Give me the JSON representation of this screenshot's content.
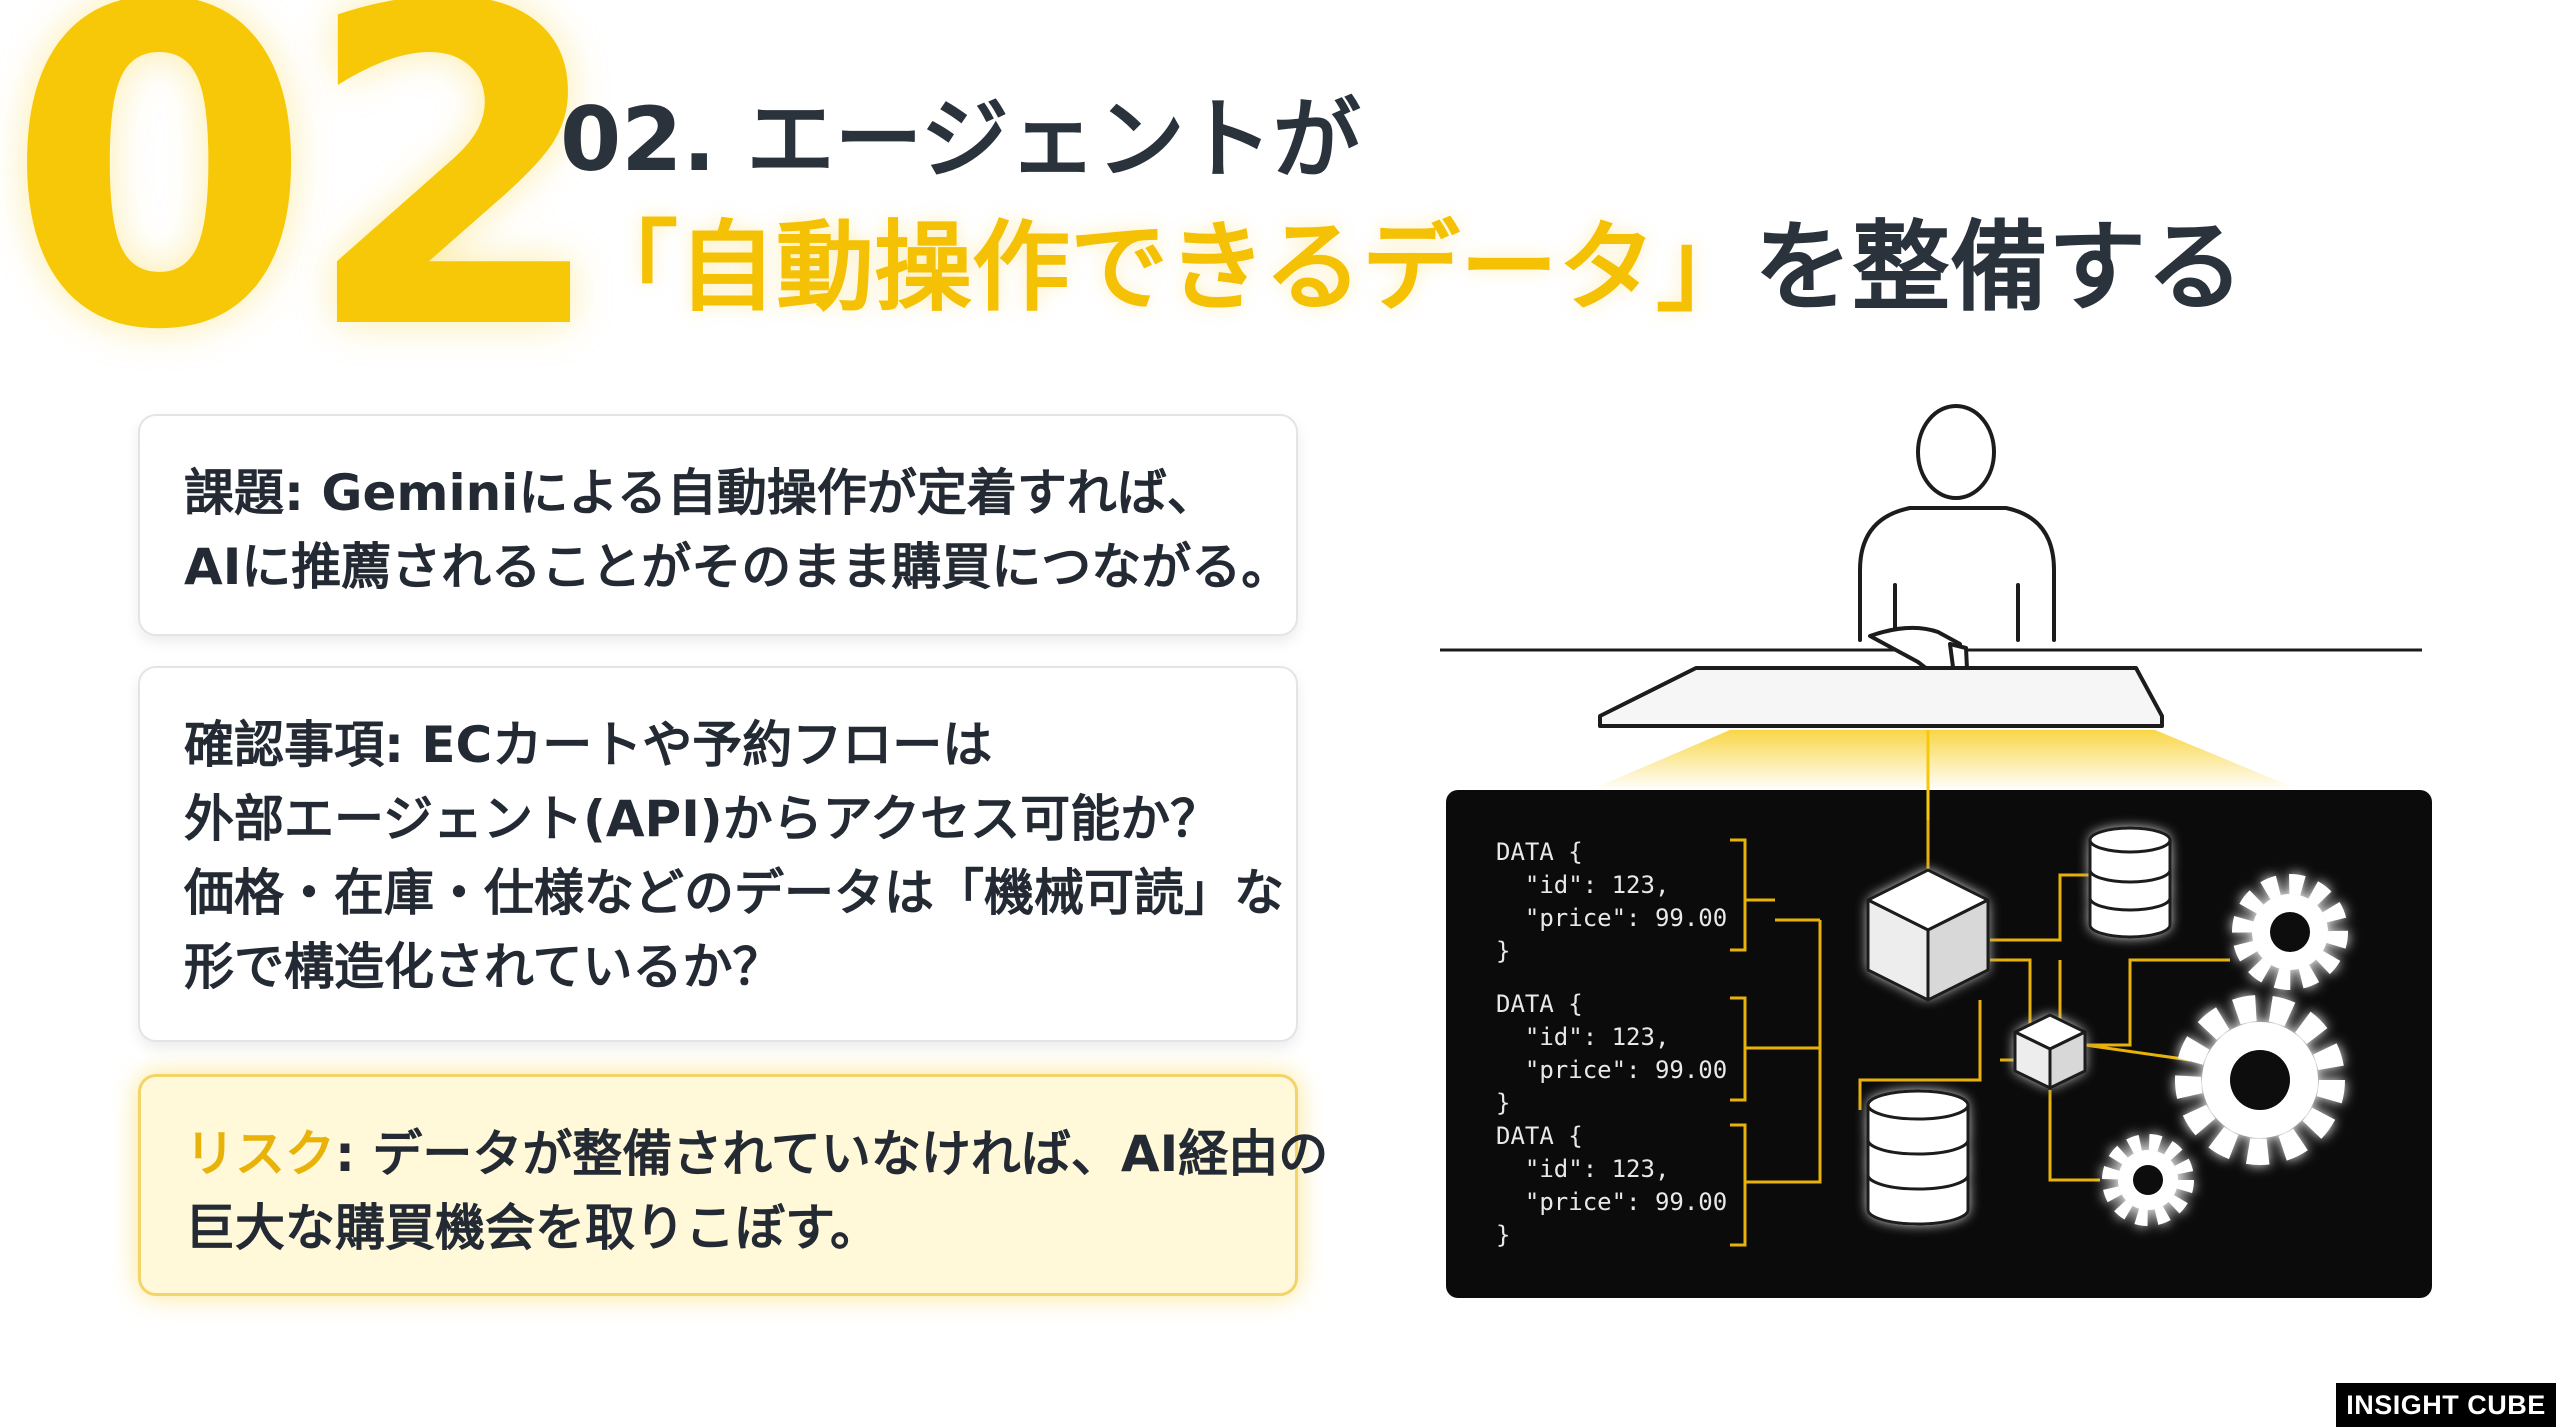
{
  "slide_number": "02",
  "title": {
    "line1": "02. エージェントが",
    "highlight": "「自動操作できるデータ」",
    "rest": "を整備する"
  },
  "cards": {
    "issue": {
      "lines": [
        "課題: Geminiによる自動操作が定着すれば、",
        "AIに推薦されることがそのまま購買につながる。"
      ]
    },
    "check": {
      "lines": [
        "確認事項: ECカートや予約フローは",
        "外部エージェント(API)からアクセス可能か？",
        "価格・在庫・仕様などのデータは「機械可読」な",
        "形で構造化されているか？"
      ]
    },
    "risk": {
      "label": "リスク",
      "line1_rest": ": データが整備されていなければ、AI経由の",
      "line2": "巨大な購買機会を取りこぼす。"
    }
  },
  "code_blocks": [
    "DATA {\n  \"id\": 123,\n  \"price\": 99.00\n}",
    "DATA {\n  \"id\": 123,\n  \"price\": 99.00\n}",
    "DATA {\n  \"id\": 123,\n  \"price\": 99.00\n}"
  ],
  "brand": "INSIGHT CUBE",
  "colors": {
    "accent": "#f7c808",
    "text": "#232a33",
    "terminal": "#0b0b0b",
    "risk_bg": "#fff8d9"
  }
}
